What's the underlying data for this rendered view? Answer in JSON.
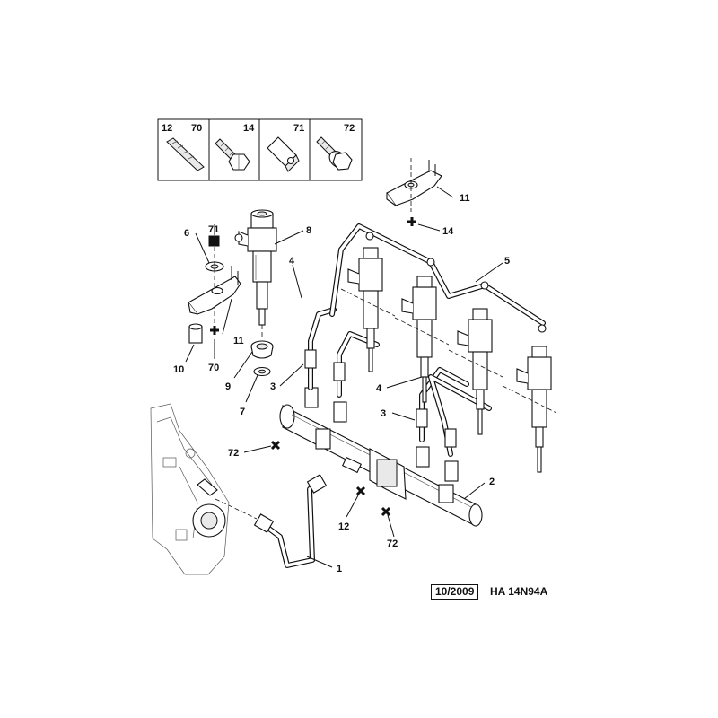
{
  "legend": {
    "cells": [
      {
        "left": "12",
        "right": "70"
      },
      {
        "left": "",
        "right": "14"
      },
      {
        "left": "",
        "right": "71"
      },
      {
        "left": "",
        "right": "72"
      }
    ]
  },
  "callouts": {
    "c1": "1",
    "c2": "2",
    "c3a": "3",
    "c3b": "3",
    "c4a": "4",
    "c4b": "4",
    "c5": "5",
    "c6": "6",
    "c7": "7",
    "c8": "8",
    "c9": "9",
    "c10": "10",
    "c11a": "11",
    "c11b": "11",
    "c12": "12",
    "c14": "14",
    "c70": "70",
    "c71": "71",
    "c72a": "72",
    "c72b": "72"
  },
  "footer": {
    "date": "10/2009",
    "reference": "HA 14N94A"
  }
}
